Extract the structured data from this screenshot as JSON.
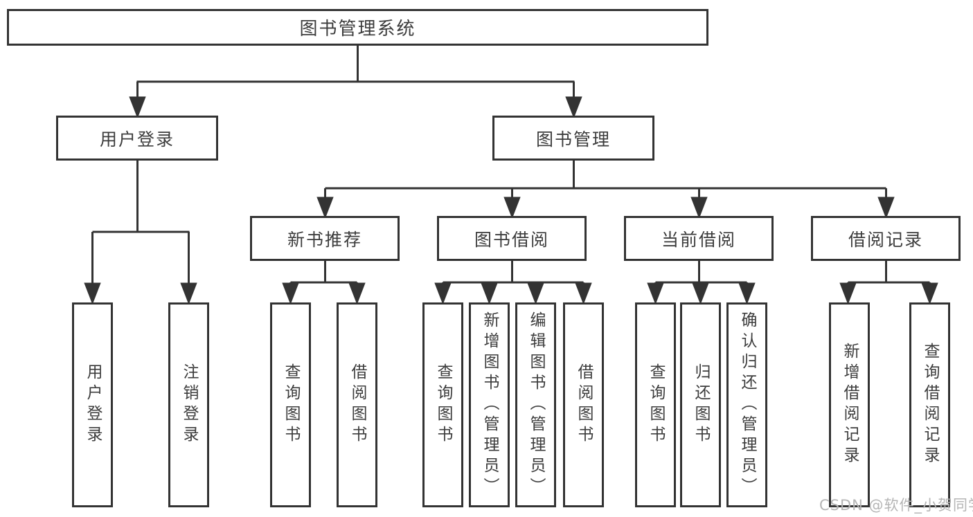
{
  "diagram": {
    "title": "图书管理系统",
    "root": {
      "label": "图书管理系统"
    },
    "level1": [
      {
        "id": "user-login",
        "label": "用户登录"
      },
      {
        "id": "book-management",
        "label": "图书管理"
      }
    ],
    "level2": [
      {
        "id": "new-book-recommend",
        "label": "新书推荐"
      },
      {
        "id": "book-borrow",
        "label": "图书借阅"
      },
      {
        "id": "current-borrow",
        "label": "当前借阅"
      },
      {
        "id": "borrow-records",
        "label": "借阅记录"
      }
    ],
    "leaves": [
      {
        "parent": "用户登录",
        "label": "用户登录"
      },
      {
        "parent": "用户登录",
        "label": "注销登录"
      },
      {
        "parent": "新书推荐",
        "label": "查询图书"
      },
      {
        "parent": "新书推荐",
        "label": "借阅图书"
      },
      {
        "parent": "图书借阅",
        "label": "查询图书"
      },
      {
        "parent": "图书借阅",
        "label": "新增图书（管理员）"
      },
      {
        "parent": "图书借阅",
        "label": "编辑图书（管理员）"
      },
      {
        "parent": "图书借阅",
        "label": "借阅图书"
      },
      {
        "parent": "当前借阅",
        "label": "查询图书"
      },
      {
        "parent": "当前借阅",
        "label": "归还图书"
      },
      {
        "parent": "当前借阅",
        "label": "确认归还（管理员）"
      },
      {
        "parent": "借阅记录",
        "label": "新增借阅记录"
      },
      {
        "parent": "借阅记录",
        "label": "查询借阅记录"
      }
    ]
  },
  "watermark": {
    "text": "CSDN @软件_小贺同学"
  },
  "colors": {
    "line": "#333333",
    "node_border": "#333333",
    "node_text": "#3c3c3c",
    "background": "#ffffff",
    "watermark_text": "#b5b5b5"
  }
}
